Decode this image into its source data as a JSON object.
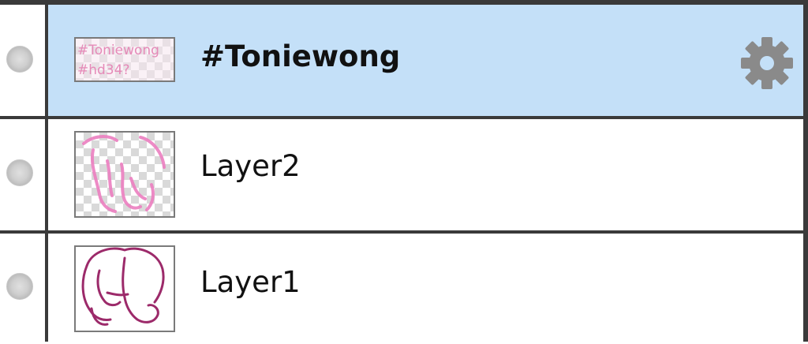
{
  "layers": [
    {
      "name": "#Toniewong",
      "selected": true,
      "type": "text",
      "thumbnail_text": [
        "#Toniewong",
        "#hd34?"
      ]
    },
    {
      "name": "Layer2",
      "selected": false,
      "type": "raster"
    },
    {
      "name": "Layer1",
      "selected": false,
      "type": "raster"
    }
  ],
  "colors": {
    "selected_row": "#c4e0f8",
    "border": "#3a3a3a",
    "thumbnail_pink": "#e979b8",
    "thumbnail_magenta": "#9c2a6a",
    "gear": "#8a8a8a"
  },
  "icons": {
    "settings": "gear-icon",
    "visibility": "visibility-dot-icon"
  }
}
